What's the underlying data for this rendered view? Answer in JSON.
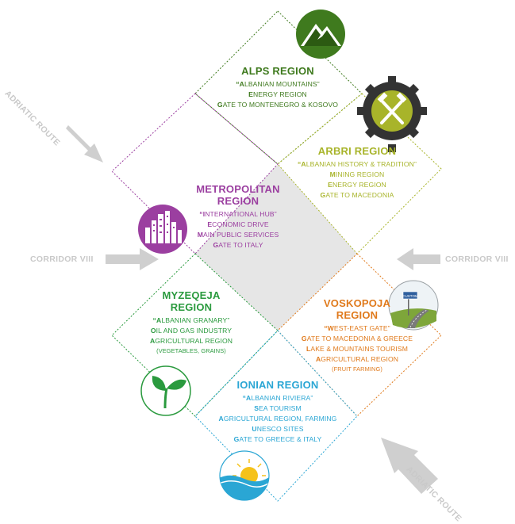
{
  "colors": {
    "alps": "#3f7a1e",
    "arbri": "#a8b42a",
    "metropolitan": "#9b3fa0",
    "myzeqeja": "#2a9a3e",
    "voskopoja": "#e07a1c",
    "ionian": "#2aa6d4",
    "route": "#cfcfcf",
    "center": "#e6e6e6"
  },
  "routes": {
    "adriatic_top": "ADRIATIC ROUTE",
    "adriatic_bottom": "ADRIATIC ROUTE",
    "corridor_left": "CORRIDOR VIII",
    "corridor_right": "CORRIDOR VIII"
  },
  "regions": {
    "alps": {
      "title": "ALPS REGION",
      "icon": "mountain-icon",
      "lines": [
        {
          "first": "“A",
          "rest": "LBANIAN MOUNTAINS”"
        },
        {
          "first": "E",
          "rest": "NERGY REGION"
        },
        {
          "first": "G",
          "rest": "ATE TO MONTENEGRO & KOSOVO"
        }
      ]
    },
    "arbri": {
      "title": "ARBRI REGION",
      "icon": "mining-gear-icon",
      "lines": [
        {
          "first": "“A",
          "rest": "LBANIAN HISTORY & TRADITION”"
        },
        {
          "first": "M",
          "rest": "INING REGION"
        },
        {
          "first": "E",
          "rest": "NERGY REGION"
        },
        {
          "first": "G",
          "rest": "ATE TO MACEDONIA"
        }
      ]
    },
    "metropolitan": {
      "title": "METROPOLITAN",
      "title2": "REGION",
      "icon": "city-skyline-icon",
      "lines": [
        {
          "first": "“I",
          "rest": "NTERNATIONAL HUB”"
        },
        {
          "first": "E",
          "rest": "CONOMIC DRIVE"
        },
        {
          "first": "M",
          "rest": "AIN PUBLIC SERVICES"
        },
        {
          "first": "G",
          "rest": "ATE TO ITALY"
        }
      ]
    },
    "myzeqeja": {
      "title": "MYZEQEJA",
      "title2": "REGION",
      "icon": "sprout-icon",
      "lines": [
        {
          "first": "“A",
          "rest": "LBANIAN GRANARY”"
        },
        {
          "first": "O",
          "rest": "IL AND GAS INDUSTRY"
        },
        {
          "first": "A",
          "rest": "GRICULTURAL REGION"
        }
      ],
      "note": "(VEGETABLES, GRAINS)"
    },
    "voskopoja": {
      "title": "VOSKOPOJA",
      "title2": "REGION",
      "icon": "road-sign-icon",
      "sign_text": "CUSTOM",
      "lines": [
        {
          "first": "“W",
          "rest": "EST-EAST GATE”"
        },
        {
          "first": "G",
          "rest": "ATE TO MACEDONIA & GREECE"
        },
        {
          "first": "L",
          "rest": "AKE & MOUNTAINS TOURISM"
        },
        {
          "first": "A",
          "rest": "GRICULTURAL REGION"
        }
      ],
      "note": "(FRUIT FARMING)"
    },
    "ionian": {
      "title": "IONIAN REGION",
      "icon": "sun-sea-icon",
      "lines": [
        {
          "first": "“A",
          "rest": "LBANIAN RIVIERA”"
        },
        {
          "first": "S",
          "rest": "EA TOURISM"
        },
        {
          "first": "A",
          "rest": "GRICULTURAL REGION, FARMING"
        },
        {
          "first": "U",
          "rest": "NESCO SITES"
        },
        {
          "first": "G",
          "rest": "ATE TO GREECE & ITALY"
        }
      ]
    }
  }
}
